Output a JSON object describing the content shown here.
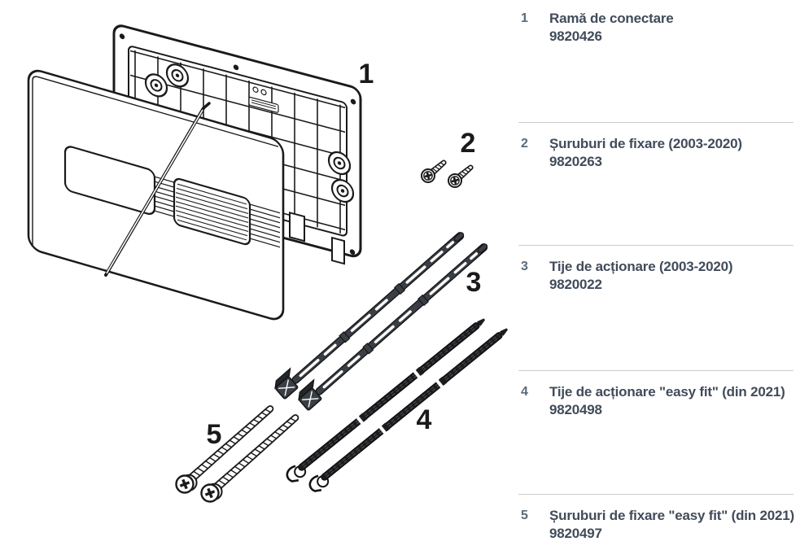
{
  "colors": {
    "background": "#ffffff",
    "text": "#414b5a",
    "number": "#5a6b78",
    "divider": "#cccccc",
    "line_art": "#1a1a1a"
  },
  "diagram": {
    "labels": [
      "1",
      "2",
      "3",
      "4",
      "5"
    ]
  },
  "parts": [
    {
      "number": "1",
      "title": "Ramă de conectare",
      "code": "9820426"
    },
    {
      "number": "2",
      "title": "Șuruburi de fixare (2003-2020)",
      "code": "9820263"
    },
    {
      "number": "3",
      "title": "Tije de acționare (2003-2020)",
      "code": "9820022"
    },
    {
      "number": "4",
      "title": "Tije de acționare \"easy fit\" (din 2021)",
      "code": "9820498"
    },
    {
      "number": "5",
      "title": "Șuruburi de fixare \"easy fit\" (din 2021)",
      "code": "9820497"
    }
  ]
}
